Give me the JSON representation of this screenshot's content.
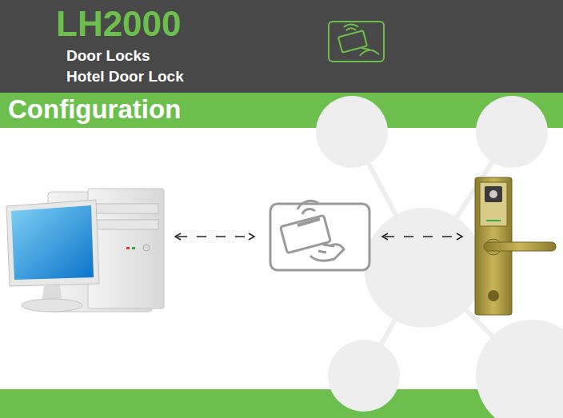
{
  "diagram": {
    "nodes": [
      {
        "text": [
          "LH2000",
          "Door Locks",
          "Hotel Door Lock"
        ]
      },
      {
        "text": [
          "Configuration"
        ]
      }
    ]
  }
}
